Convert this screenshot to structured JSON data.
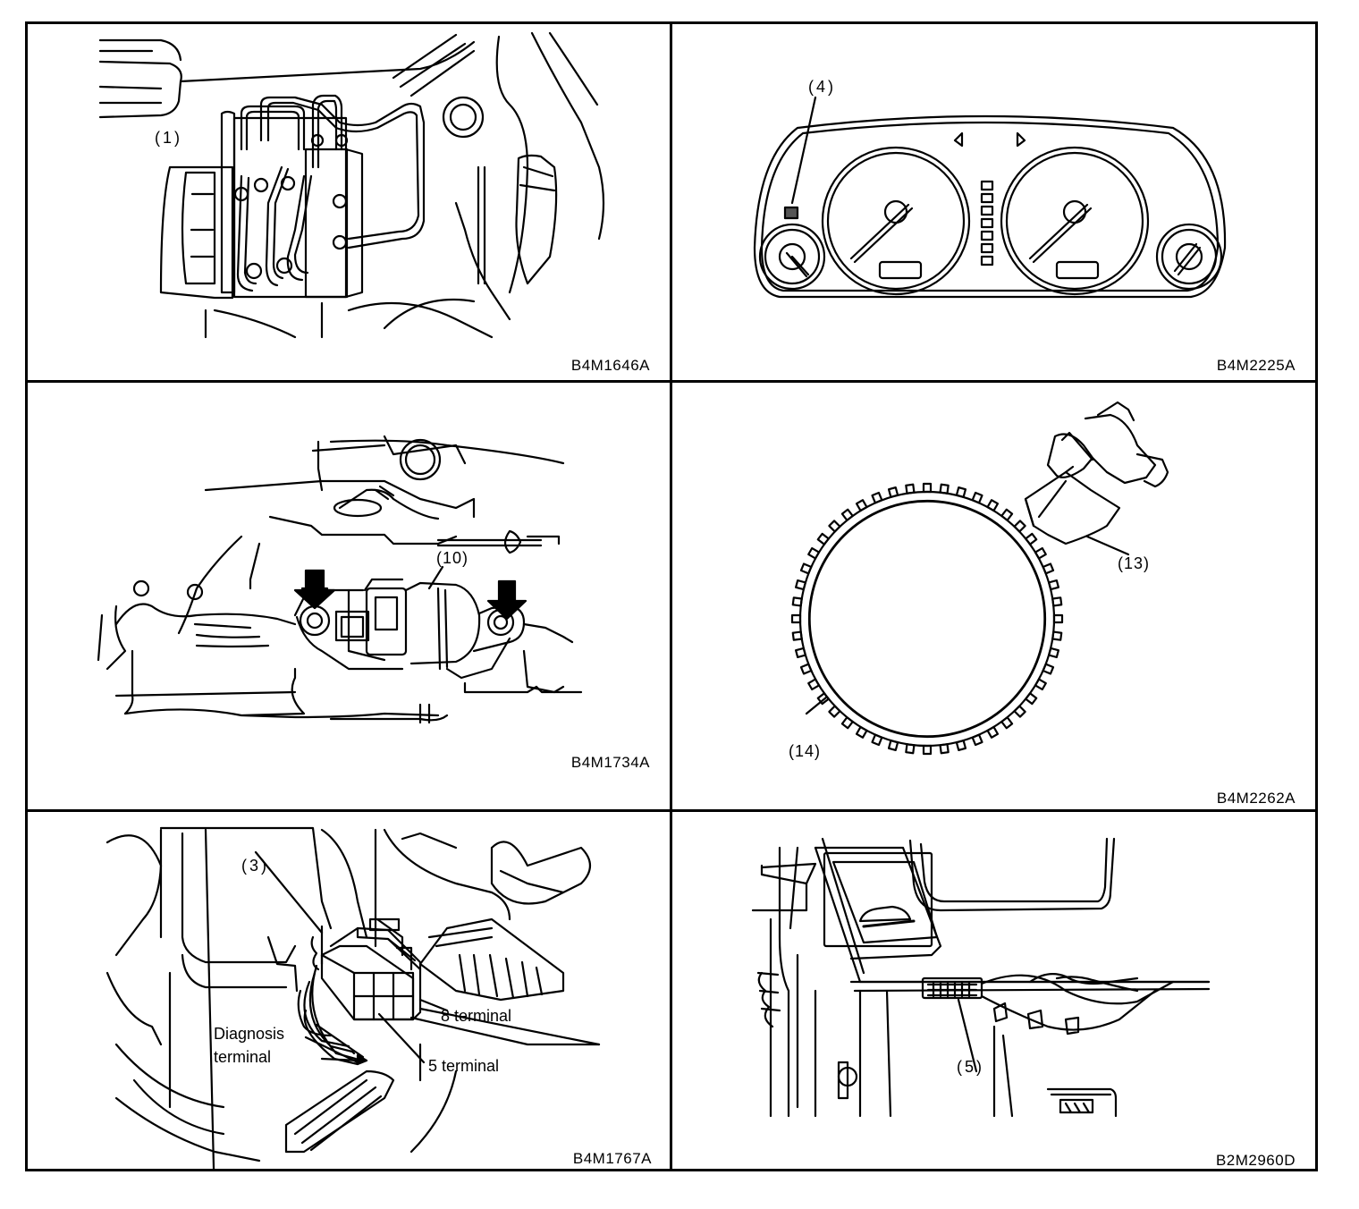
{
  "panels": [
    {
      "code": "B4M1646A",
      "callouts": [
        "(1)"
      ]
    },
    {
      "code": "B4M2225A",
      "callouts": [
        "(4)"
      ]
    },
    {
      "code": "B4M1734A",
      "callouts": [
        "(10)"
      ]
    },
    {
      "code": "B4M2262A",
      "callouts": [
        "(13)",
        "(14)"
      ]
    },
    {
      "code": "B4M1767A",
      "callouts": [
        "(3)"
      ],
      "labels": [
        "8 terminal",
        "5 terminal",
        "Diagnosis",
        "terminal"
      ]
    },
    {
      "code": "B2M2960D",
      "callouts": [
        "(5)"
      ]
    }
  ]
}
